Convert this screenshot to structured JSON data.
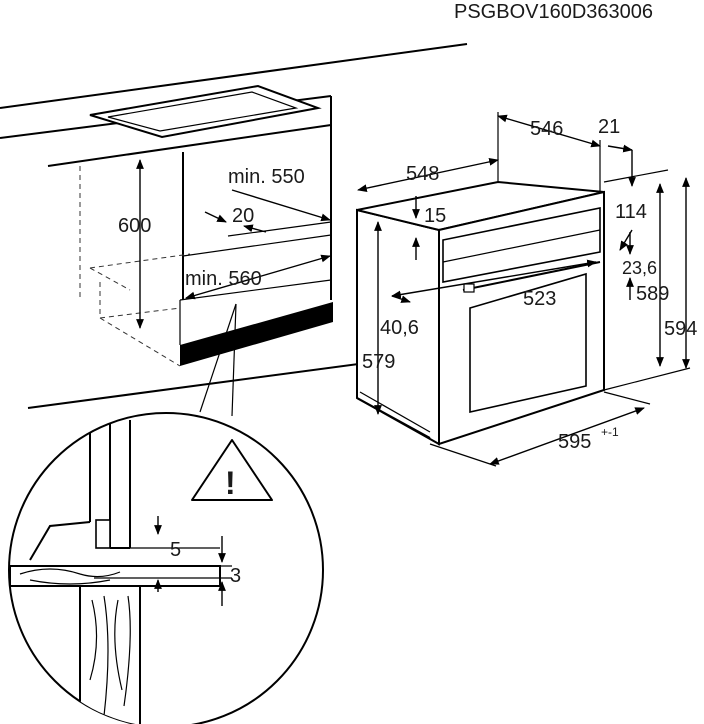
{
  "doc_code": "PSGBOV160D363006",
  "labels": {
    "d600": "600",
    "d_min550": "min. 550",
    "d20": "20",
    "d_min560": "min. 560",
    "d548": "548",
    "d546": "546",
    "d21": "21",
    "d15": "15",
    "d114": "114",
    "d23_6": "23,6",
    "d589": "589",
    "d594": "594",
    "d523": "523",
    "d40_6": "40,6",
    "d579": "579",
    "d595": "595",
    "d595_tol": "+-1",
    "d5": "5",
    "d3": "3",
    "warn": "!"
  },
  "icons": [
    "warning-triangle-icon"
  ]
}
